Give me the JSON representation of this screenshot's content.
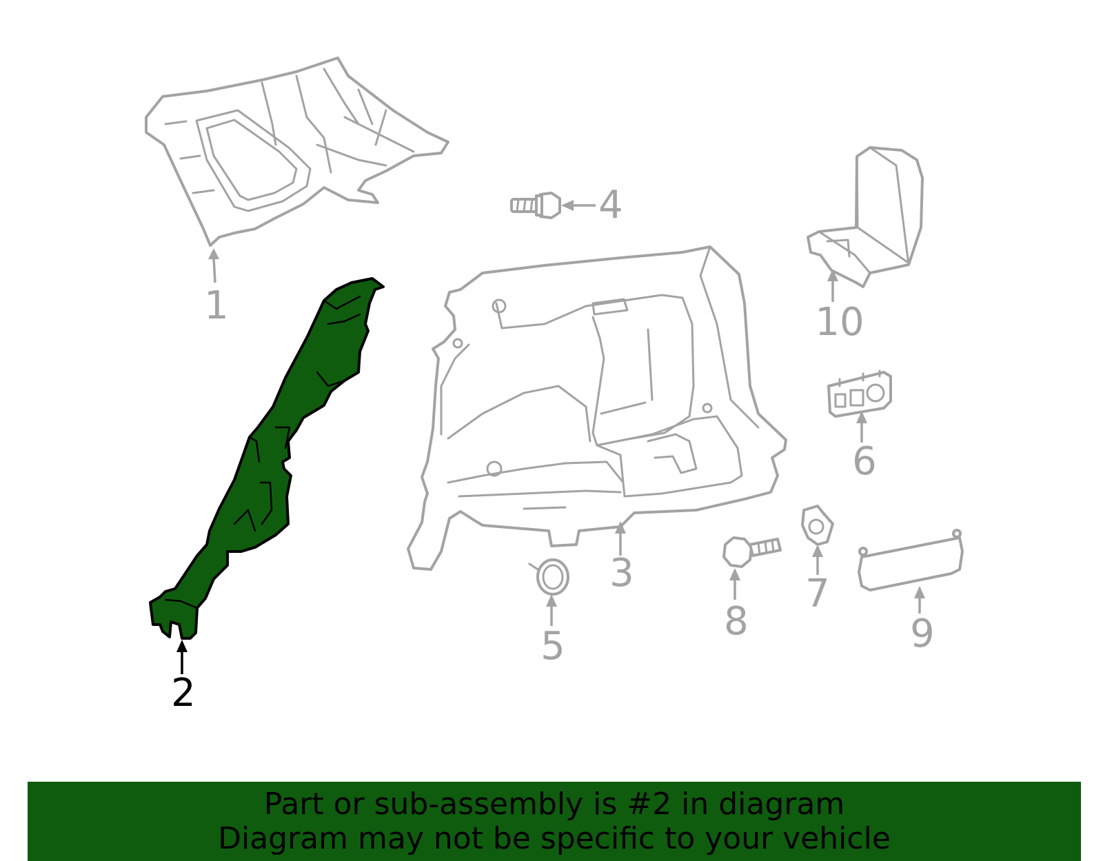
{
  "colors": {
    "highlight": "#0f5c0f",
    "line": "#a3a3a3",
    "active_text": "#000000",
    "banner": "#0f5c0f"
  },
  "callouts": {
    "c1": "1",
    "c2": "2",
    "c3": "3",
    "c4": "4",
    "c5": "5",
    "c6": "6",
    "c7": "7",
    "c8": "8",
    "c9": "9",
    "c10": "10"
  },
  "highlighted_part": "2",
  "banner": {
    "line1": "Part or sub-assembly is #2 in diagram",
    "line2": "Diagram may not be specific to your vehicle"
  }
}
